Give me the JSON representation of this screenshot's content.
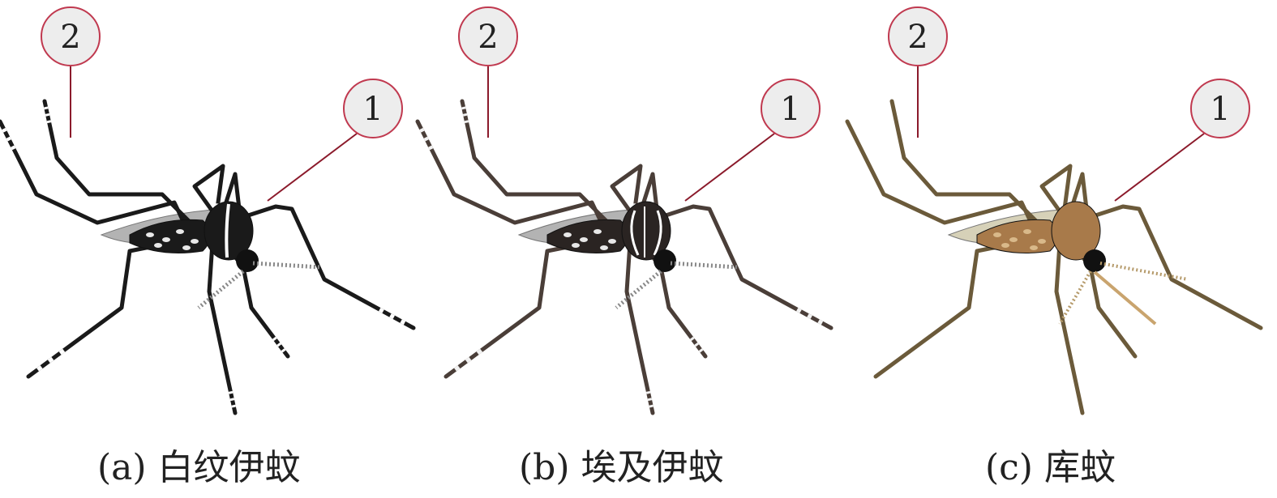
{
  "panels": [
    {
      "caption": "(a) 白纹伊蚊",
      "callout_1": "1",
      "callout_2": "2",
      "palette": {
        "body": "#1a1a1a",
        "leg": "#1a1a1a",
        "band": "#ffffff",
        "wing": "#9a9a9a",
        "mark": "#e8e8e8"
      }
    },
    {
      "caption": "(b) 埃及伊蚊",
      "callout_1": "1",
      "callout_2": "2",
      "palette": {
        "body": "#2a2422",
        "leg": "#4a3e38",
        "band": "#f2f2f2",
        "wing": "#9a9a9a",
        "mark": "#e8e8e8"
      }
    },
    {
      "caption": "(c) 库蚊",
      "callout_1": "1",
      "callout_2": "2",
      "palette": {
        "body": "#a87a4a",
        "leg": "#6b5a3a",
        "band": "#6b5a3a",
        "wing": "#c8c2a0",
        "mark": "#d9b98a"
      }
    }
  ],
  "colors": {
    "callout_line": "#8b1a2b",
    "callout_ring": "#c0394f",
    "callout_fill": "#ededed"
  }
}
